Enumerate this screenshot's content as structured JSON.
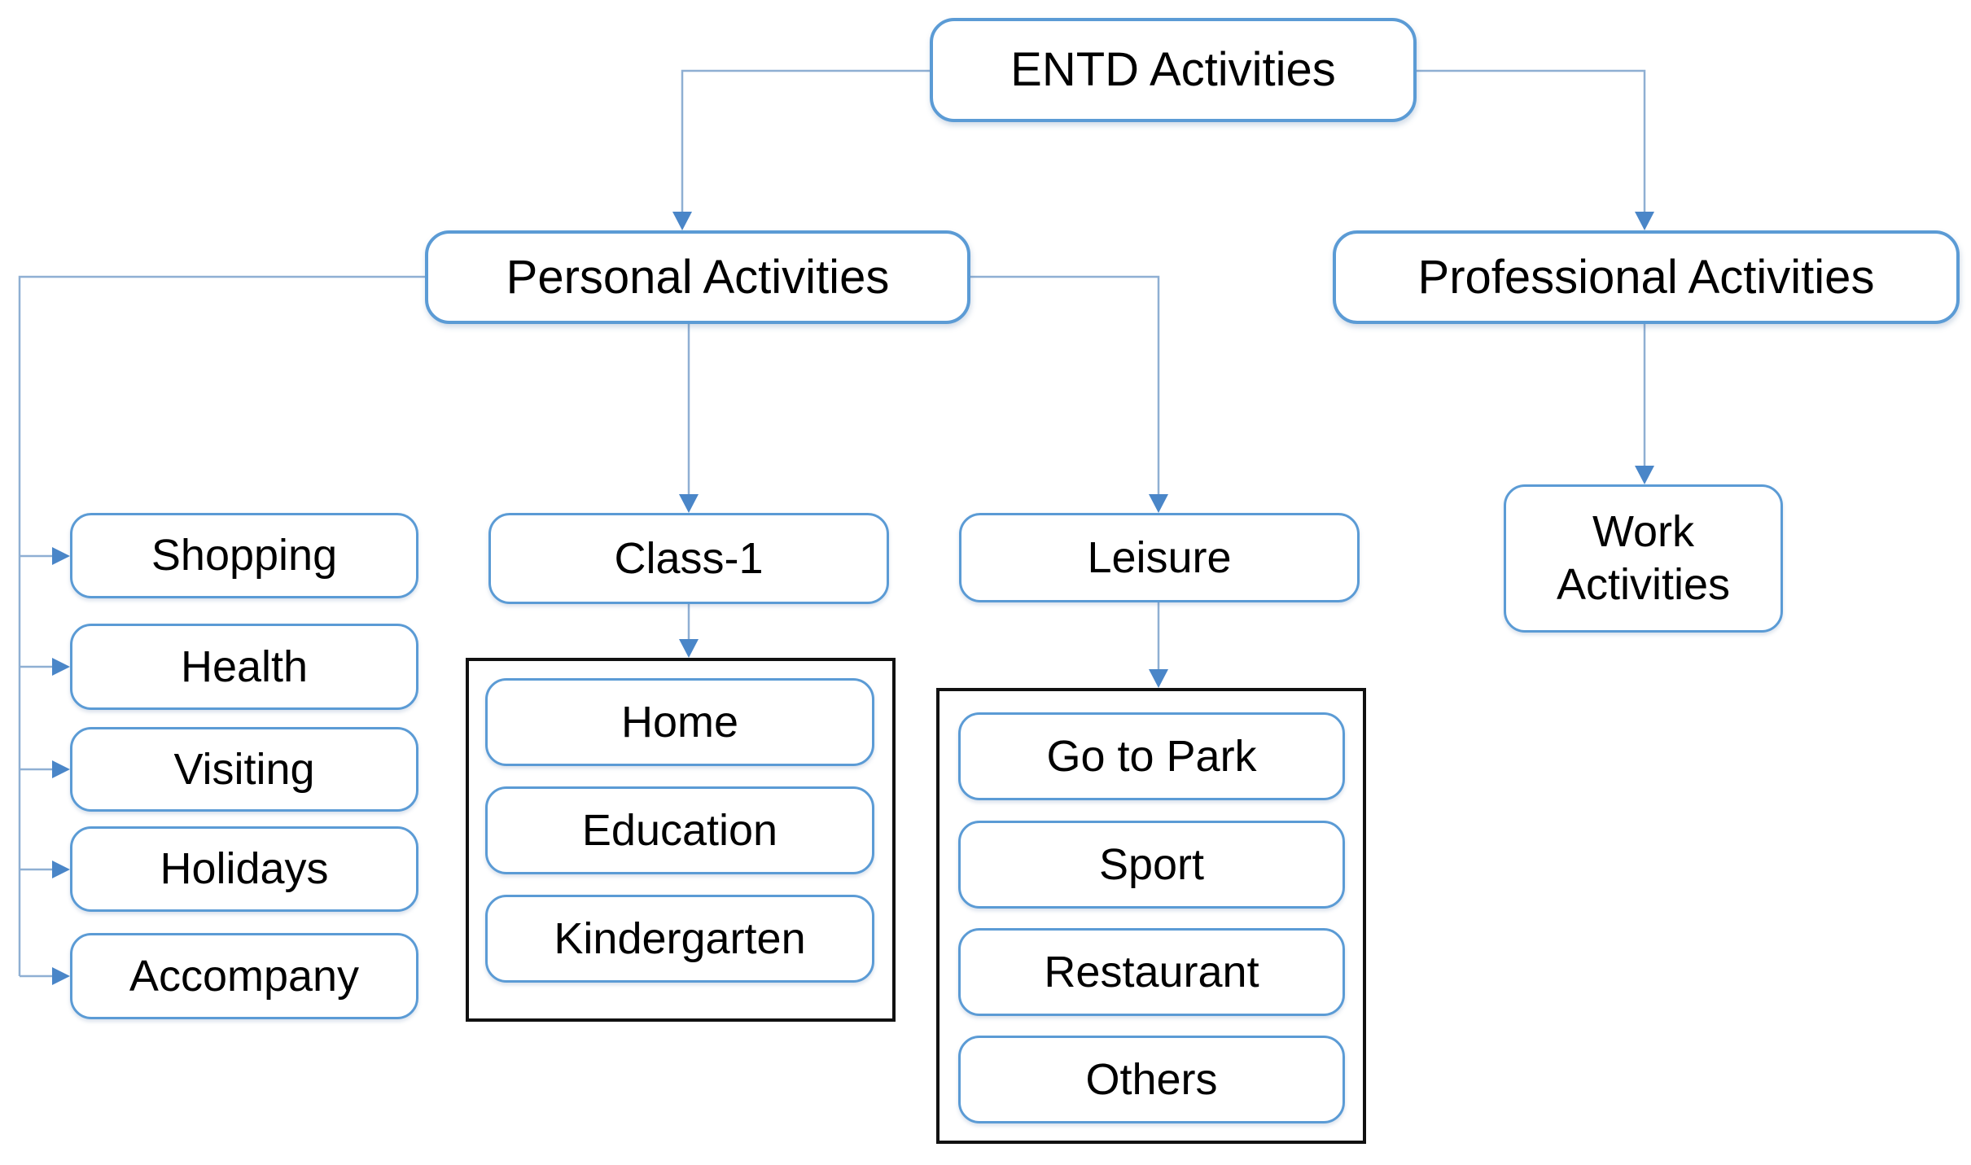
{
  "diagram": {
    "title": "ENTD Activities hierarchy",
    "type": "tree-flowchart",
    "nodes": {
      "entd": "ENTD Activities",
      "personal": "Personal Activities",
      "professional": "Professional Activities",
      "work": "Work Activities",
      "left": [
        "Shopping",
        "Health",
        "Visiting",
        "Holidays",
        "Accompany"
      ],
      "class1": "Class-1",
      "class1_children": [
        "Home",
        "Education",
        "Kindergarten"
      ],
      "leisure": "Leisure",
      "leisure_children": [
        "Go to Park",
        "Sport",
        "Restaurant",
        "Others"
      ]
    },
    "edges": [
      "ENTD Activities -> Personal Activities",
      "ENTD Activities -> Professional Activities",
      "Personal Activities -> Shopping",
      "Personal Activities -> Health",
      "Personal Activities -> Visiting",
      "Personal Activities -> Holidays",
      "Personal Activities -> Accompany",
      "Personal Activities -> Class-1",
      "Personal Activities -> Leisure",
      "Class-1 -> [Home, Education, Kindergarten]",
      "Leisure -> [Go to Park, Sport, Restaurant, Others]",
      "Professional Activities -> Work Activities"
    ],
    "colors": {
      "accent": "#5b9bd5",
      "line": "#8fafd3",
      "arrow": "#4a86c8",
      "group_border": "#111111",
      "text": "#000000",
      "background": "#ffffff"
    }
  }
}
